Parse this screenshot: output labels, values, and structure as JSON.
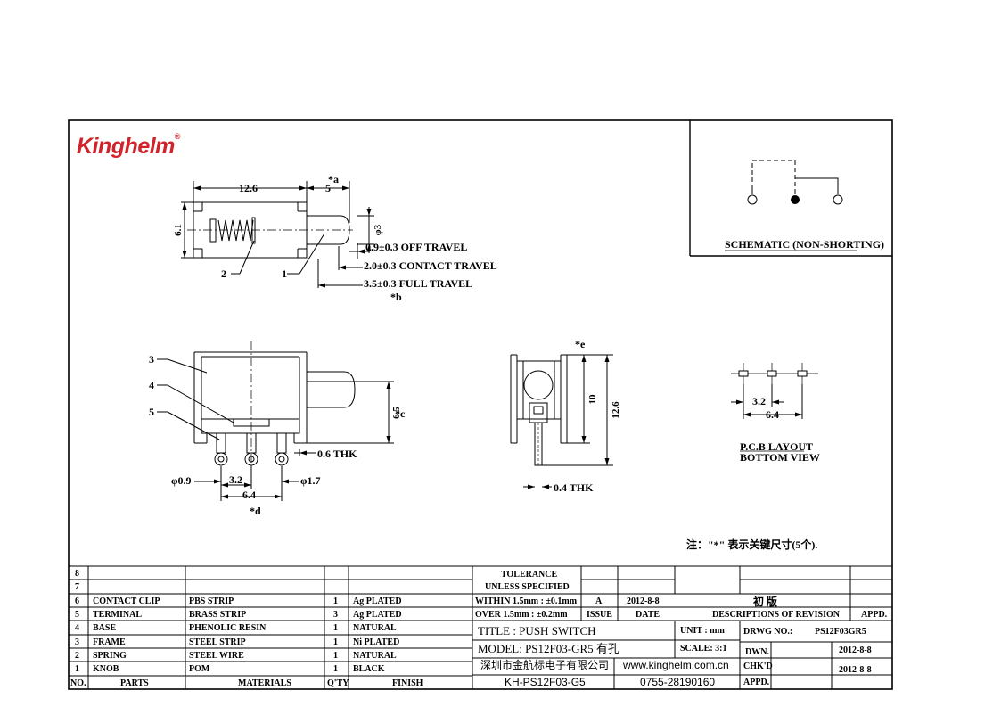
{
  "brand": {
    "name": "Kinghelm",
    "reg": "®"
  },
  "dims": {
    "d12_6": "12.6",
    "d5": "5",
    "star_a": "*a",
    "d6_1": "6.1",
    "phi3": "φ3",
    "off_travel": "0.9±0.3 OFF TRAVEL",
    "contact_travel": "2.0±0.3 CONTACT TRAVEL",
    "full_travel": "3.5±0.3 FULL TRAVEL",
    "star_b": "*b",
    "call2": "2",
    "call1": "1",
    "call3": "3",
    "call4": "4",
    "call5": "5",
    "d6_5": "6.5",
    "star_c": "*c",
    "thk06": "0.6 THK",
    "phi09": "φ0.9",
    "d3_2": "3.2",
    "phi17": "φ1.7",
    "d6_4": "6.4",
    "star_d": "*d",
    "star_e": "*e",
    "d10": "10",
    "d12_6b": "12.6",
    "thk04": "0.4 THK",
    "pcb3_2": "3.2",
    "pcb6_4": "6.4"
  },
  "schematic_label": "SCHEMATIC (NON-SHORTING)",
  "pcb_title": "P.C.B LAYOUT",
  "pcb_sub": "BOTTOM VIEW",
  "note": "注：\"*\" 表示关键尺寸(5个).",
  "bom": {
    "rows": [
      {
        "no": "8",
        "part": "",
        "material": "",
        "qty": "",
        "finish": ""
      },
      {
        "no": "7",
        "part": "",
        "material": "",
        "qty": "",
        "finish": ""
      },
      {
        "no": "6",
        "part": "CONTACT CLIP",
        "material": "PBS STRIP",
        "qty": "1",
        "finish": "Ag PLATED"
      },
      {
        "no": "5",
        "part": "TERMINAL",
        "material": "BRASS STRIP",
        "qty": "3",
        "finish": "Ag PLATED"
      },
      {
        "no": "4",
        "part": "BASE",
        "material": "PHENOLIC RESIN",
        "qty": "1",
        "finish": "NATURAL"
      },
      {
        "no": "3",
        "part": "FRAME",
        "material": "STEEL STRIP",
        "qty": "1",
        "finish": "Ni PLATED"
      },
      {
        "no": "2",
        "part": "SPRING",
        "material": "STEEL WIRE",
        "qty": "1",
        "finish": "NATURAL"
      },
      {
        "no": "1",
        "part": "KNOB",
        "material": "POM",
        "qty": "1",
        "finish": "BLACK"
      }
    ],
    "header": {
      "no": "NO.",
      "part": "PARTS",
      "material": "MATERIALS",
      "qty": "Q'TY",
      "finish": "FINISH"
    }
  },
  "tol": {
    "line1": "TOLERANCE",
    "line2": "UNLESS  SPECIFIED",
    "within": "WITHIN 1.5mm : ±0.1mm",
    "over": "OVER 1.5mm : ±0.2mm"
  },
  "rev": {
    "issue_val": "A",
    "date_val": "2012-8-8",
    "desc_val": "初  版",
    "issue_h": "ISSUE",
    "date_h": "DATE",
    "desc_h": "DESCRIPTIONS OF REVISION",
    "appd_h": "APPD."
  },
  "title_block": {
    "title": "TITLE :  PUSH SWITCH",
    "model": "MODEL:  PS12F03-GR5  有孔",
    "unit": "UNIT :  mm",
    "scale": "SCALE:  3:1",
    "drwg_no_label": "DRWG NO.:",
    "drwg_no": "PS12F03GR5",
    "dwn": "DWN.",
    "dwn_date": "2012-8-8",
    "chkd": "CHK'D",
    "chkd_date": "2012-8-8",
    "appd": "APPD.",
    "company": "深圳市金航标电子有限公司",
    "website": "www.kinghelm.com.cn",
    "code": "KH-PS12F03-G5",
    "phone": "0755-28190160"
  }
}
